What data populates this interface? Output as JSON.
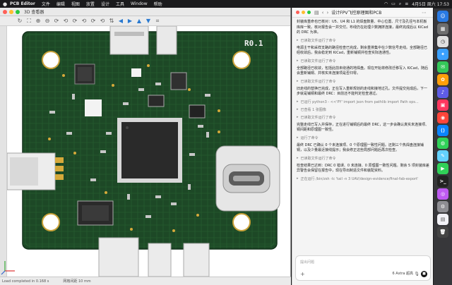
{
  "menubar": {
    "app_name": "PCB Editor",
    "items": [
      "文件",
      "编辑",
      "视图",
      "放置",
      "设计",
      "工具",
      "Window",
      "帮助"
    ],
    "date_time": "4月5日 周六 17:53"
  },
  "pcb": {
    "viewer_title": "3D 查看器",
    "board_label": "R0.1",
    "status_load": "Load completed in 0.168 s",
    "status_grid": "网格间距 10 mm"
  },
  "chat": {
    "title": "设计FPV飞控原理图和PCB",
    "messages": [
      {
        "type": "msg",
        "text": "封装库重命也已核对：U5、U4 和 L1 的焊盘数量、中心位置、尺寸及孔径与本机板库库一致。核对报告会一并交付。布线仍在处理少数拥挤连接，最终完成后以 KiCad 的 DRC 为准。"
      },
      {
        "type": "cmd",
        "text": "已读取文件运行了命令"
      },
      {
        "type": "msg",
        "text": "电源主干和采样支路的路径检查已完成，剩余重排集中在少数信号走线。全部路径已经收敛后，我会稳定到 KiCad，重新铺铜并检查实际连通性。"
      },
      {
        "type": "cmd",
        "text": "已读取文件运行了命令"
      },
      {
        "type": "msg",
        "text": "全部路径已收敛，包括此前未绕通的地焊盘。现在开始将修改迁移写入 KiCad，随后会重新铺铜、并核实未连接项是否归零。"
      },
      {
        "type": "cmd",
        "text": "已读取文件运行了命令"
      },
      {
        "type": "msg",
        "text": "旧走线的替换已完成，正在写入重新规划的走线和接地过孔。文件提交完成后，下一步就是铺铜和最终 DRC：目前还不能判定检查通过。"
      },
      {
        "type": "cmd",
        "text": "已运行 python3 - <<'PY' import json from pathlib import Path ops..."
      },
      {
        "type": "cmd",
        "text": "已查看 1 张图像"
      },
      {
        "type": "cmd",
        "text": "已读取文件运行了命令"
      },
      {
        "type": "msg",
        "text": "完整走线已写入并保存，正在进行铺铜后的最终 DRC，这一步会确认真实未连接项、铜间距和原理图一致性。"
      },
      {
        "type": "cmd",
        "text": "运行了命令"
      },
      {
        "type": "msg",
        "text": "最终 DRC 已确认 0 个未连接项、0 个原理图一致性问题。还剩三个热焊盘连接铺铜，以及少量最近接线提示；我会修正这些局部问题后再次检查。"
      },
      {
        "type": "cmd",
        "text": "已读取文件运行了命令"
      },
      {
        "type": "msg",
        "text": "检查结果已达到：DRC 0 错误、0 未连接、0 原理图一致性问题。剩余 5 项封装库差异警告会保留在报告中，现在导出制造文件和装配资料。"
      },
      {
        "type": "cmd",
        "text": "正在运行 /bin/zsh -lc 'tail -n 3 UAV/design-evidence/final-fab-export'"
      }
    ],
    "composer": {
      "placeholder": "提出问题",
      "model": "6 Astra 超高"
    }
  },
  "colors": {
    "pcb_green": "#1e4a26",
    "silkscreen": "#f0f0f0",
    "gold": "#d6a93a",
    "chat_bg": "#f4f4f4"
  }
}
